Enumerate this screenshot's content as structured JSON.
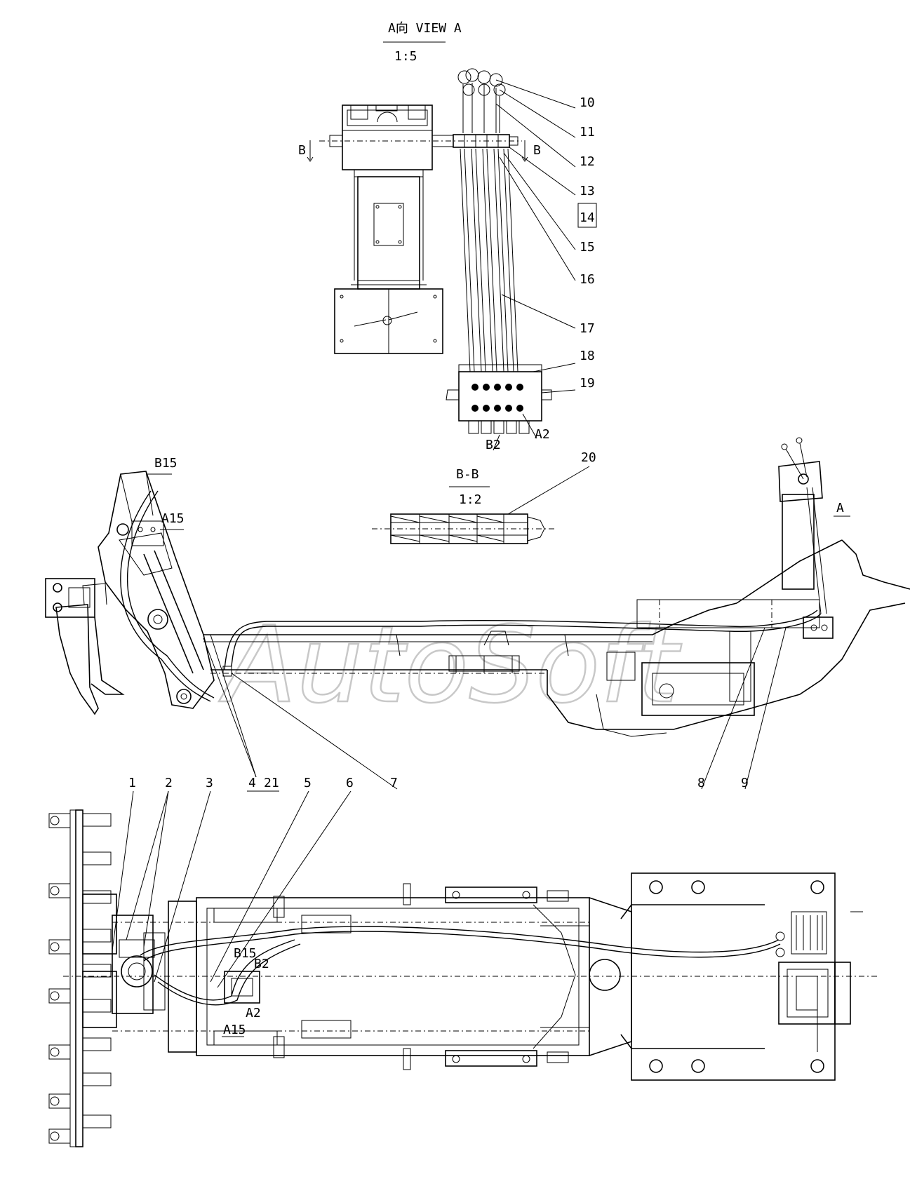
{
  "watermark": "AutoSoft",
  "view_a": {
    "title": "A向 VIEW A",
    "scale": "1:5"
  },
  "section_bb": {
    "title": "B-B",
    "scale": "1:2"
  },
  "section_marks": [
    "B",
    "B"
  ],
  "view_arrow": "A",
  "port_labels": {
    "b15_top": "B15",
    "a15_top": "A15",
    "b2_valve": "B2",
    "a2_valve": "A2",
    "b15_bottom": "B15",
    "b2_bottom": "B2",
    "a2_bottom": "A2",
    "a15_bottom": "A15"
  },
  "callouts_right": [
    "10",
    "11",
    "12",
    "13",
    "14",
    "15",
    "16",
    "17",
    "18",
    "19"
  ],
  "callout_20": "20",
  "callouts_bottom": [
    "1",
    "2",
    "3",
    "4",
    "21",
    "5",
    "6",
    "7",
    "8",
    "9"
  ]
}
